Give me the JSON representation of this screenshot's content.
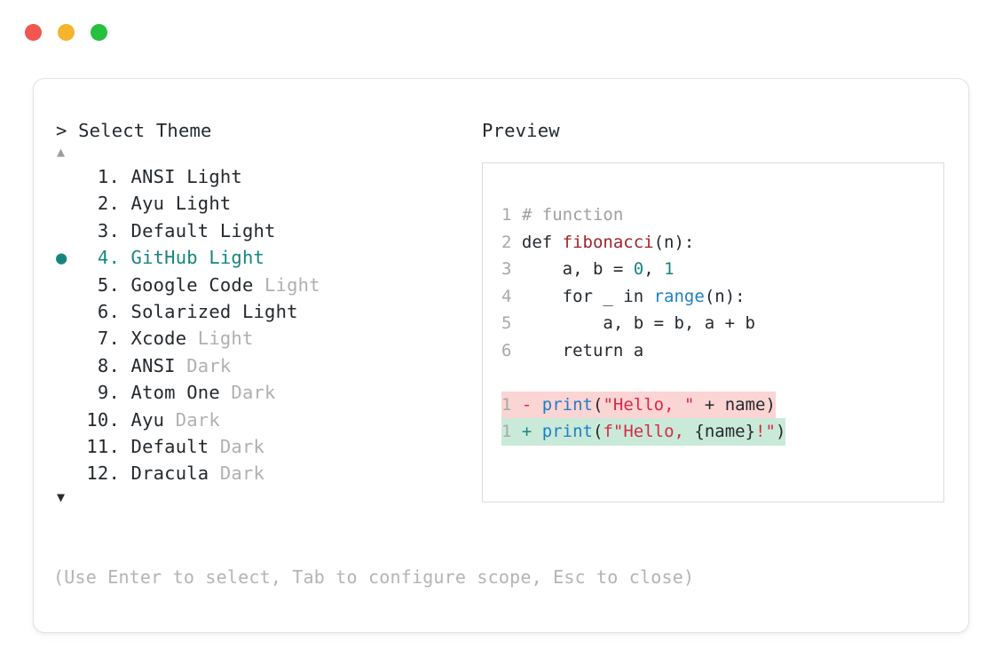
{
  "window": {
    "dots": [
      {
        "name": "close-dot",
        "color": "#f2564f"
      },
      {
        "name": "minimize-dot",
        "color": "#f4b42c"
      },
      {
        "name": "maximize-dot",
        "color": "#25c03e"
      }
    ]
  },
  "left": {
    "prompt": "> Select Theme",
    "scroll_up": "▲",
    "scroll_down": "▼",
    "selected_index": 4,
    "bullet": "●",
    "items": [
      {
        "num": " 1.",
        "name": "ANSI",
        "variant": " Light",
        "variant_dim": false,
        "selected": false
      },
      {
        "num": " 2.",
        "name": "Ayu",
        "variant": " Light",
        "variant_dim": false,
        "selected": false
      },
      {
        "num": " 3.",
        "name": "Default",
        "variant": " Light",
        "variant_dim": false,
        "selected": false
      },
      {
        "num": " 4.",
        "name": "GitHub",
        "variant": " Light",
        "variant_dim": false,
        "selected": true
      },
      {
        "num": " 5.",
        "name": "Google Code",
        "variant": " Light",
        "variant_dim": true,
        "selected": false
      },
      {
        "num": " 6.",
        "name": "Solarized",
        "variant": " Light",
        "variant_dim": false,
        "selected": false
      },
      {
        "num": " 7.",
        "name": "Xcode",
        "variant": " Light",
        "variant_dim": true,
        "selected": false
      },
      {
        "num": " 8.",
        "name": "ANSI",
        "variant": " Dark",
        "variant_dim": true,
        "selected": false
      },
      {
        "num": " 9.",
        "name": "Atom One",
        "variant": " Dark",
        "variant_dim": true,
        "selected": false
      },
      {
        "num": "10.",
        "name": "Ayu",
        "variant": " Dark",
        "variant_dim": true,
        "selected": false
      },
      {
        "num": "11.",
        "name": "Default",
        "variant": " Dark",
        "variant_dim": true,
        "selected": false
      },
      {
        "num": "12.",
        "name": "Dracula",
        "variant": " Dark",
        "variant_dim": true,
        "selected": false
      }
    ],
    "hint": "(Use Enter to select, Tab to configure scope, Esc to close)"
  },
  "right": {
    "label": "Preview",
    "code_lines": [
      {
        "ln": "1",
        "tokens": [
          {
            "t": " # function",
            "c": "cm"
          }
        ]
      },
      {
        "ln": "2",
        "tokens": [
          {
            "t": " def ",
            "c": "plain"
          },
          {
            "t": "fibonacci",
            "c": "fn"
          },
          {
            "t": "(n):",
            "c": "plain"
          }
        ]
      },
      {
        "ln": "3",
        "tokens": [
          {
            "t": "     a, b = ",
            "c": "plain"
          },
          {
            "t": "0",
            "c": "num"
          },
          {
            "t": ", ",
            "c": "plain"
          },
          {
            "t": "1",
            "c": "num"
          }
        ]
      },
      {
        "ln": "4",
        "tokens": [
          {
            "t": "     for _ in ",
            "c": "plain"
          },
          {
            "t": "range",
            "c": "bi"
          },
          {
            "t": "(n):",
            "c": "plain"
          }
        ]
      },
      {
        "ln": "5",
        "tokens": [
          {
            "t": "         a, b = b, a + b",
            "c": "plain"
          }
        ]
      },
      {
        "ln": "6",
        "tokens": [
          {
            "t": "     return a",
            "c": "plain"
          }
        ]
      }
    ],
    "diff_lines": [
      {
        "kind": "del",
        "ln": "1",
        "sign": "-",
        "tokens": [
          {
            "t": " ",
            "c": "plain"
          },
          {
            "t": "print",
            "c": "bi"
          },
          {
            "t": "(",
            "c": "plain"
          },
          {
            "t": "\"Hello, \"",
            "c": "str"
          },
          {
            "t": " + name)",
            "c": "plain"
          }
        ]
      },
      {
        "kind": "add",
        "ln": "1",
        "sign": "+",
        "tokens": [
          {
            "t": " ",
            "c": "plain"
          },
          {
            "t": "print",
            "c": "bi"
          },
          {
            "t": "(",
            "c": "plain"
          },
          {
            "t": "f\"Hello, ",
            "c": "str"
          },
          {
            "t": "{name}",
            "c": "plain"
          },
          {
            "t": "!\"",
            "c": "str"
          },
          {
            "t": ")",
            "c": "plain"
          }
        ]
      }
    ]
  }
}
